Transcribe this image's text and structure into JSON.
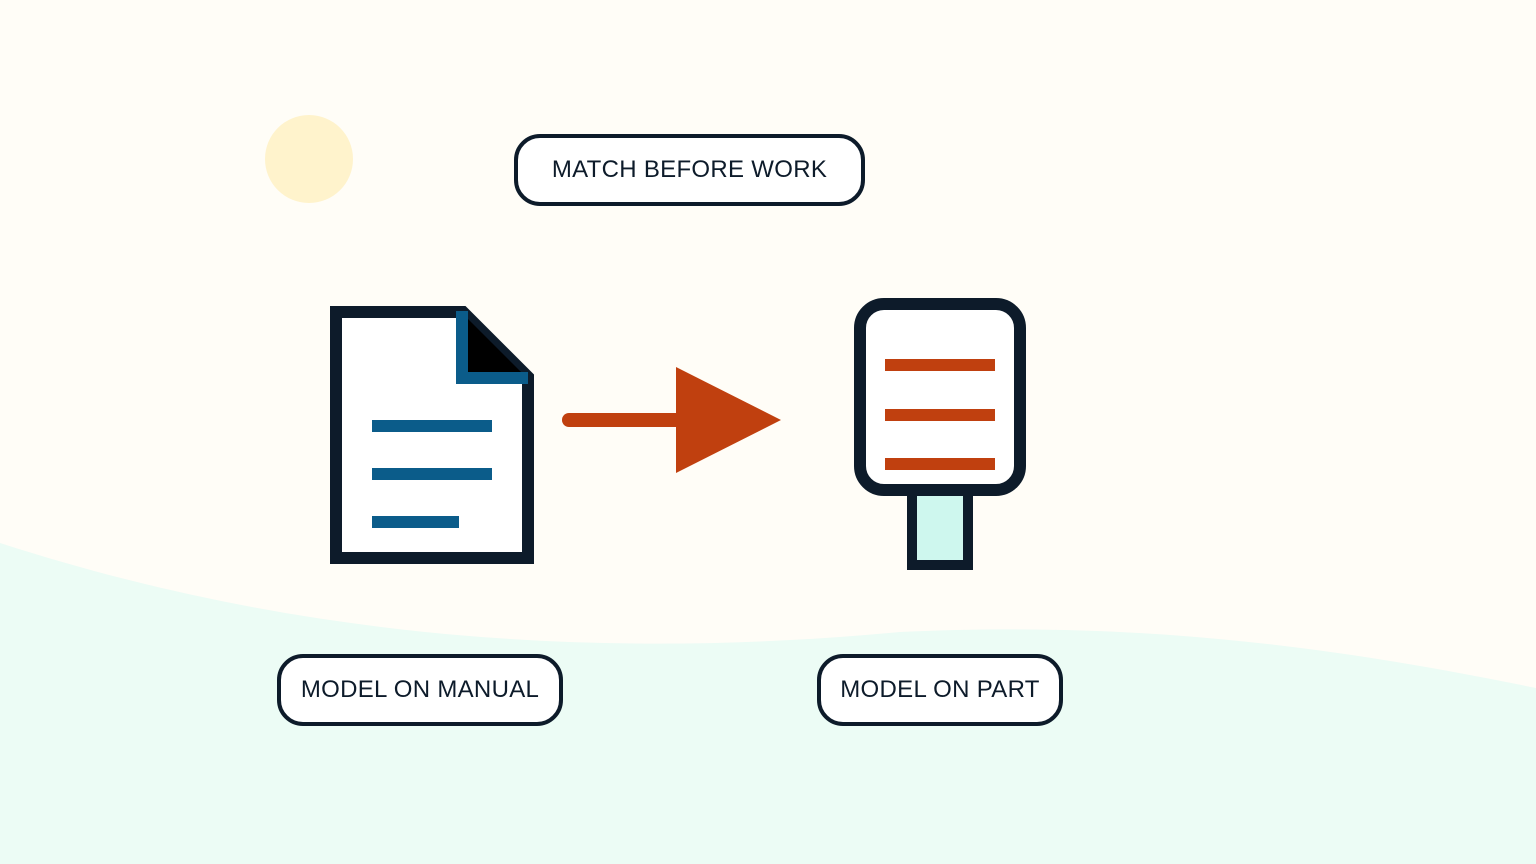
{
  "labels": {
    "top": "MATCH BEFORE WORK",
    "left": "MODEL ON MANUAL",
    "right": "MODEL ON PART"
  },
  "icons": {
    "decoration": "sun-circle-icon",
    "left": "document-icon",
    "connector": "arrow-right-icon",
    "right": "part-tag-icon"
  },
  "colors": {
    "background": "#fffdf7",
    "ground": "#ecfcf5",
    "sun": "#fff3cc",
    "outline": "#0d1b2a",
    "document_lines": "#0b5c8a",
    "accent": "#c0400f",
    "tag_stem": "#cef7ee"
  }
}
